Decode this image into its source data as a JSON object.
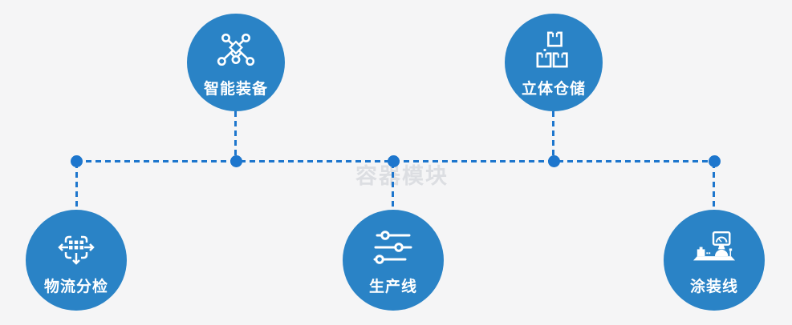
{
  "watermark": "容器模块",
  "colors": {
    "bg": "#f5f5f6",
    "circle": "#2a83c6",
    "line": "#1d76cd",
    "watermark": "#dcdee2",
    "icon": "#ffffff"
  },
  "nodes": [
    {
      "id": "smart-equipment",
      "label": "智能装备",
      "icon": "network-nodes-icon",
      "position": "top-left"
    },
    {
      "id": "stereo-warehouse",
      "label": "立体仓储",
      "icon": "stacked-boxes-icon",
      "position": "top-right"
    },
    {
      "id": "logistics-sorting",
      "label": "物流分检",
      "icon": "move-grid-icon",
      "position": "bottom-left"
    },
    {
      "id": "production-line",
      "label": "生产线",
      "icon": "sliders-icon",
      "position": "bottom-center"
    },
    {
      "id": "painting-line",
      "label": "涂装线",
      "icon": "machine-icon",
      "position": "bottom-right"
    }
  ]
}
